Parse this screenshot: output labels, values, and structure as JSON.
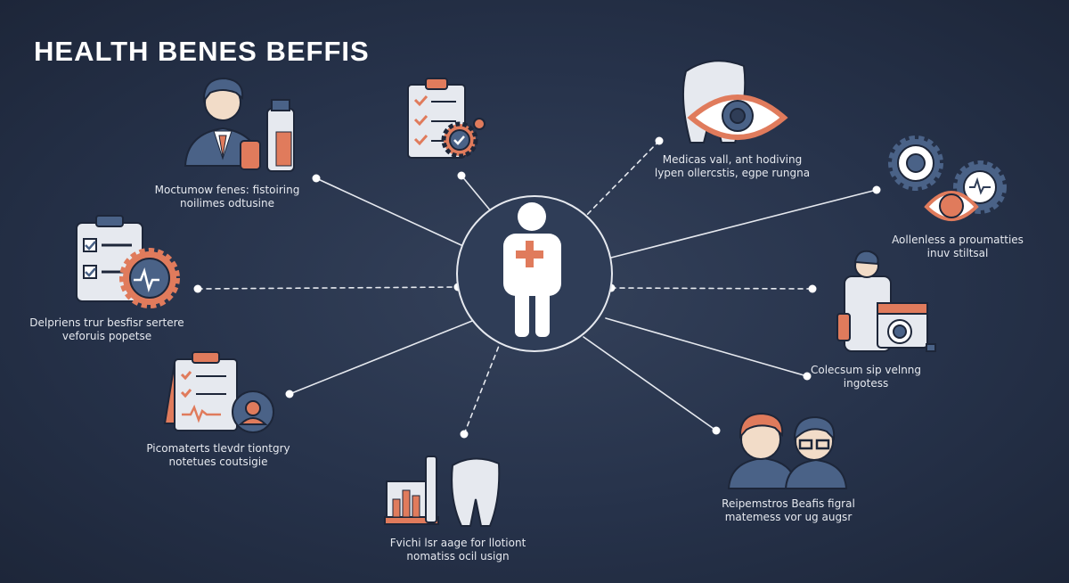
{
  "title": "HEALTH BENES BEFFIS",
  "colors": {
    "background": "#26324a",
    "accent": "#e07b5c",
    "primary": "#4a6287",
    "line": "#e6e9ef",
    "text": "#ffffff"
  },
  "center": {
    "icon": "person-medical-cross-icon"
  },
  "nodes": [
    {
      "id": "top-left",
      "icon": "doctor-with-bottles-icon",
      "lines": [
        "Moctumow fenes: fistoiring",
        "noilimes odtusine"
      ]
    },
    {
      "id": "top",
      "icon": "clipboard-checklist-gear-icon",
      "lines": []
    },
    {
      "id": "top-right",
      "icon": "tooth-eye-icon",
      "lines": [
        "Medicas vall, ant hodiving",
        "lypen ollercstis, egpe rungna"
      ]
    },
    {
      "id": "right-top",
      "icon": "gear-eye-icon",
      "lines": [
        "Aollenless a proumatties",
        "inuv stiltsal"
      ]
    },
    {
      "id": "left",
      "icon": "clipboard-heartbeat-gear-icon",
      "lines": [
        "Delpriens trur besfisr sertere",
        "veforuis popetse"
      ]
    },
    {
      "id": "right",
      "icon": "doctor-medical-device-icon",
      "lines": [
        "Colecsum sip velnng",
        "ingotess"
      ]
    },
    {
      "id": "bottom-left",
      "icon": "clipboard-pulse-icon",
      "lines": [
        "Picomaterts tlevdr tiontgry",
        "notetues coutsigie"
      ]
    },
    {
      "id": "bottom-right",
      "icon": "two-patients-icon",
      "lines": [
        "Reipemstros Beafis figral",
        "matemess vor ug augsr"
      ]
    },
    {
      "id": "bottom",
      "icon": "lab-chart-tooth-icon",
      "lines": [
        "Fvichi lsr aage for llotiont",
        "nomatiss ocil usign"
      ]
    }
  ]
}
